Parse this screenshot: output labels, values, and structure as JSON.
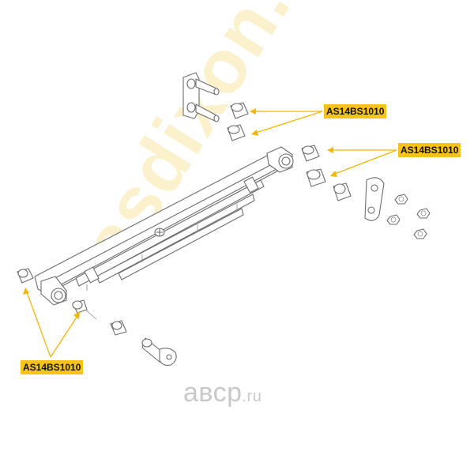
{
  "callouts": {
    "top": {
      "part_number": "AS14BS1010"
    },
    "right": {
      "part_number": "AS14BS1010"
    },
    "bottom": {
      "part_number": "AS14BS1010"
    }
  },
  "watermark": {
    "text": "asdixon.ca"
  },
  "brand": {
    "name": "авср",
    "tld": ".ru"
  },
  "colors": {
    "label_background": "#f7c21a",
    "leader_line": "#f2b705",
    "drawing_stroke": "#6d6d6d",
    "watermark": "#fbe7a6",
    "brand_logo": "#c9c9c9"
  }
}
